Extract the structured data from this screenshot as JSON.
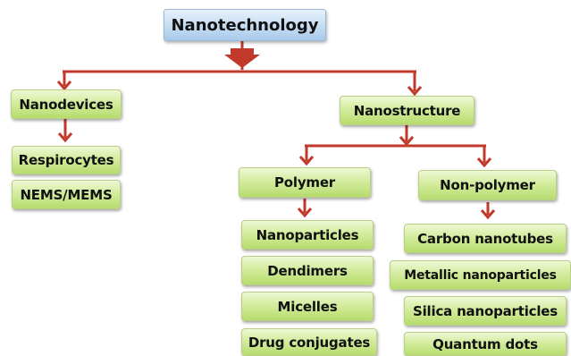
{
  "colors": {
    "connector": "#c0392b",
    "root_fill": "#c4dcf2",
    "node_fill": "#d4ec9e"
  },
  "diagram": {
    "root": {
      "label": "Nanotechnology"
    },
    "nanodevices": {
      "label": "Nanodevices",
      "children": [
        "Respirocytes",
        "NEMS/MEMS"
      ]
    },
    "nanostructure": {
      "label": "Nanostructure",
      "polymer": {
        "label": "Polymer",
        "children": [
          "Nanoparticles",
          "Dendimers",
          "Micelles",
          "Drug conjugates"
        ]
      },
      "non_polymer": {
        "label": "Non-polymer",
        "children": [
          "Carbon nanotubes",
          "Metallic nanoparticles",
          "Silica nanoparticles",
          "Quantum dots"
        ]
      }
    }
  }
}
